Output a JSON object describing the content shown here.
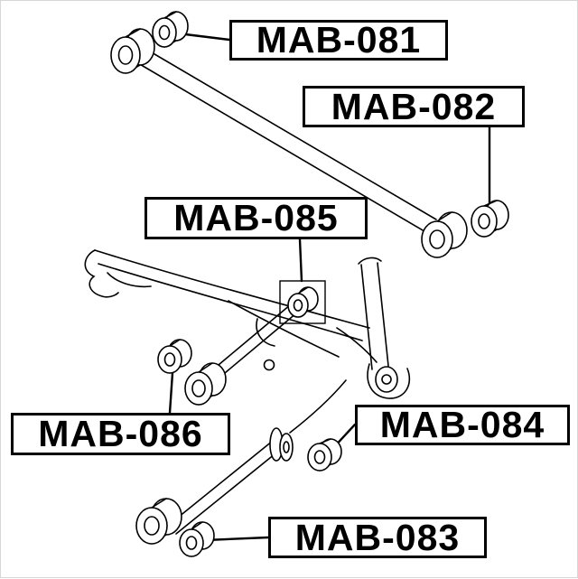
{
  "labels": {
    "mab081": "MAB-081",
    "mab082": "MAB-082",
    "mab085": "MAB-085",
    "mab086": "MAB-086",
    "mab084": "MAB-084",
    "mab083": "MAB-083"
  },
  "colors": {
    "line": "#000000",
    "background": "#ffffff",
    "label_border": "#000000"
  }
}
